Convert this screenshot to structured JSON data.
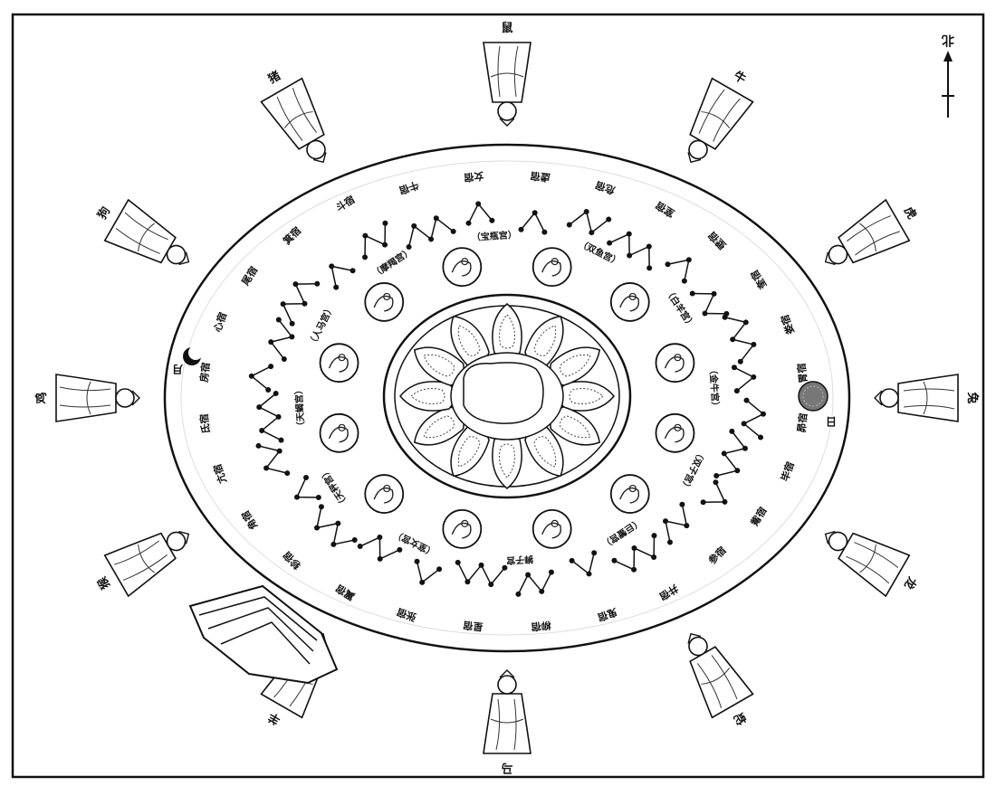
{
  "north": {
    "symbol": "北"
  },
  "zodiac_figures": [
    {
      "label": "鼠",
      "rotate": 180
    },
    {
      "label": "牛",
      "rotate": 150
    },
    {
      "label": "虎",
      "rotate": 120
    },
    {
      "label": "兔",
      "rotate": 90
    },
    {
      "label": "龙",
      "rotate": 60
    },
    {
      "label": "蛇",
      "rotate": 30
    },
    {
      "label": "马",
      "rotate": 0
    },
    {
      "label": "羊",
      "rotate": -30
    },
    {
      "label": "猴",
      "rotate": -60
    },
    {
      "label": "鸡",
      "rotate": -90
    },
    {
      "label": "狗",
      "rotate": -120
    },
    {
      "label": "猪",
      "rotate": -150
    }
  ],
  "mansions": [
    {
      "label": "虚宿",
      "flip": true
    },
    {
      "label": "危宿",
      "flip": true
    },
    {
      "label": "室宿",
      "flip": true
    },
    {
      "label": "壁宿",
      "flip": true
    },
    {
      "label": "奎宿",
      "flip": true
    },
    {
      "label": "娄宿",
      "flip": true
    },
    {
      "label": "胃宿",
      "flip": true
    },
    {
      "label": "昴宿",
      "flip": true
    },
    {
      "label": "毕宿",
      "flip": true
    },
    {
      "label": "觜宿",
      "flip": true
    },
    {
      "label": "参宿",
      "flip": true
    },
    {
      "label": "井宿",
      "flip": false
    },
    {
      "label": "鬼宿",
      "flip": false
    },
    {
      "label": "柳宿",
      "flip": false
    },
    {
      "label": "星宿",
      "flip": false
    },
    {
      "label": "张宿",
      "flip": false
    },
    {
      "label": "翼宿",
      "flip": false
    },
    {
      "label": "轸宿",
      "flip": false
    },
    {
      "label": "角宿",
      "flip": false
    },
    {
      "label": "亢宿",
      "flip": false
    },
    {
      "label": "氐宿",
      "flip": false
    },
    {
      "label": "房宿",
      "flip": false
    },
    {
      "label": "心宿",
      "flip": false
    },
    {
      "label": "尾宿",
      "flip": false
    },
    {
      "label": "箕宿",
      "flip": false
    },
    {
      "label": "斗宿",
      "flip": false
    },
    {
      "label": "牛宿",
      "flip": true
    },
    {
      "label": "女宿",
      "flip": true
    }
  ],
  "zodiac_palaces": [
    {
      "label": "（宝瓶宫）"
    },
    {
      "label": "（双鱼宫）"
    },
    {
      "label": "（白羊宫）"
    },
    {
      "label": "（金牛宫）"
    },
    {
      "label": "（双子宫）"
    },
    {
      "label": "（巨蟹宫）"
    },
    {
      "label": "狮子宫"
    },
    {
      "label": "（室女宫）"
    },
    {
      "label": "（天秤宫）"
    },
    {
      "label": "（天蝎宫）"
    },
    {
      "label": "（人马宫）"
    },
    {
      "label": "（摩羯宫）"
    }
  ],
  "luminaries": {
    "sun": {
      "label": "日"
    },
    "moon": {
      "label": "月"
    }
  }
}
